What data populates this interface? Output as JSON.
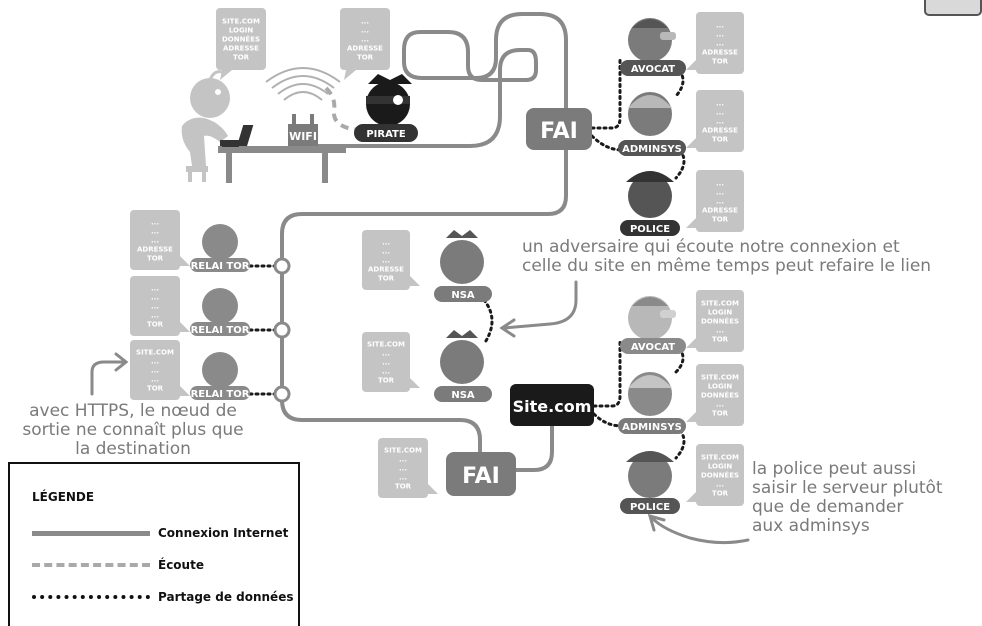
{
  "bubbles": {
    "user": [
      "SITE.COM",
      "LOGIN",
      "DONNÉES",
      "ADRESSE",
      "TOR"
    ],
    "pirate": [
      "...",
      "...",
      "...",
      "ADRESSE",
      "TOR"
    ],
    "avocat_top": [
      "...",
      "...",
      "...",
      "ADRESSE",
      "TOR"
    ],
    "adminsys_top": [
      "...",
      "...",
      "...",
      "ADRESSE",
      "TOR"
    ],
    "police_top": [
      "...",
      "...",
      "...",
      "ADRESSE",
      "TOR"
    ],
    "relai1": [
      "...",
      "...",
      "...",
      "ADRESSE",
      "TOR"
    ],
    "relai2": [
      "...",
      "...",
      "...",
      "...",
      "TOR"
    ],
    "relai3": [
      "SITE.COM",
      "...",
      "...",
      "...",
      "TOR"
    ],
    "nsa1": [
      "...",
      "...",
      "...",
      "ADRESSE",
      "TOR"
    ],
    "nsa2": [
      "SITE.COM",
      "...",
      "...",
      "...",
      "TOR"
    ],
    "fai_bottom": [
      "SITE.COM",
      "...",
      "...",
      "...",
      "TOR"
    ],
    "avocat_bottom": [
      "SITE.COM",
      "LOGIN",
      "DONNÉES",
      "...",
      "TOR"
    ],
    "adminsys_bottom": [
      "SITE.COM",
      "LOGIN",
      "DONNÉES",
      "...",
      "TOR"
    ],
    "police_bottom": [
      "SITE.COM",
      "LOGIN",
      "DONNÉES",
      "...",
      "TOR"
    ]
  },
  "labels": {
    "wifi": "WIFI",
    "pirate": "PIRATE",
    "fai": "FAI",
    "avocat": "AVOCAT",
    "adminsys": "ADMINSYS",
    "police": "POLICE",
    "relai": "RELAI TOR",
    "nsa": "NSA",
    "site": "Site.com"
  },
  "notes": {
    "adversary": [
      "un adversaire qui écoute notre connexion et",
      "celle du site en même temps peut refaire le lien"
    ],
    "https": [
      "avec HTTPS, le nœud de",
      "sortie ne connaît plus que",
      "la destination"
    ],
    "police": [
      "la police peut aussi",
      "saisir le serveur plutôt",
      "que de demander",
      "aux adminsys"
    ]
  },
  "legend": {
    "title": "LÉGENDE",
    "internet": "Connexion Internet",
    "listen": "Écoute",
    "share": "Partage de données"
  },
  "colors": {
    "dark": "#333333",
    "mid": "#7b7b7b",
    "light": "#a6a6a6",
    "pale": "#c4c4c4",
    "black": "#1a1a1a"
  }
}
